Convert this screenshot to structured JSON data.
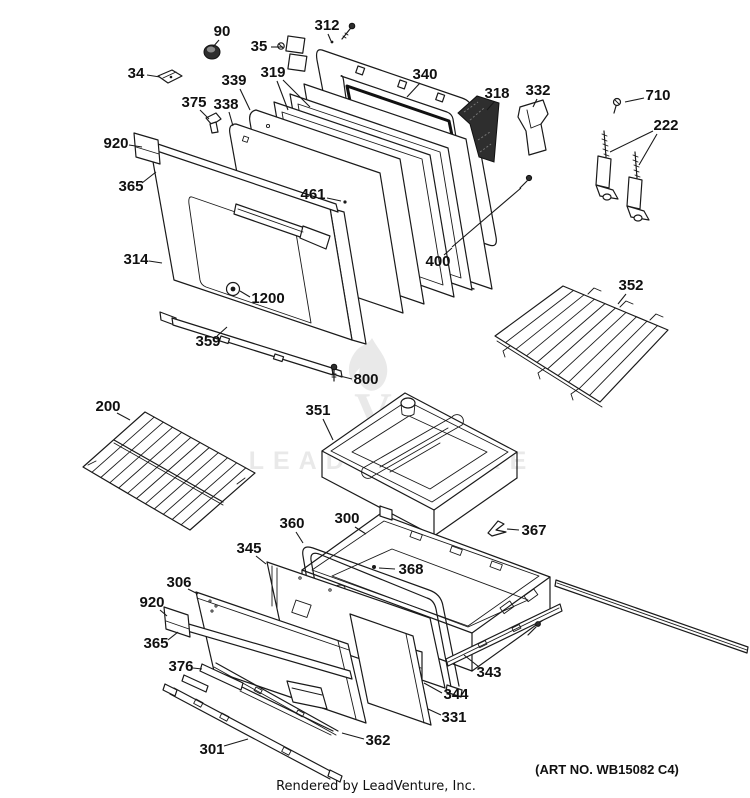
{
  "diagram": {
    "title": "Oven door and drawer exploded parts diagram",
    "labels": {
      "n90": "90",
      "n34": "34",
      "n35": "35",
      "n312": "312",
      "n319": "319",
      "n339": "339",
      "n340": "340",
      "n318": "318",
      "n332": "332",
      "n710": "710",
      "n222": "222",
      "n375": "375",
      "n338": "338",
      "n920a": "920",
      "n365a": "365",
      "n461": "461",
      "n400": "400",
      "n314": "314",
      "n1200": "1200",
      "n359": "359",
      "n800": "800",
      "n352": "352",
      "n200": "200",
      "n351": "351",
      "n360": "360",
      "n300": "300",
      "n367": "367",
      "n368": "368",
      "n345": "345",
      "n306": "306",
      "n920b": "920",
      "n365b": "365",
      "n376": "376",
      "n344": "344",
      "n331": "331",
      "n343": "343",
      "n362": "362",
      "n301": "301"
    }
  },
  "watermark": {
    "text": "LEADVENTURE",
    "monogram": "V"
  },
  "footer": {
    "art_no": "(ART NO. WB15082 C4)",
    "rendered_by": "Rendered by LeadVenture, Inc."
  },
  "colors": {
    "line": "#1a1a1a",
    "foam": "#2e2e2e",
    "watermark": "#e9e9e9",
    "background": "#ffffff"
  }
}
